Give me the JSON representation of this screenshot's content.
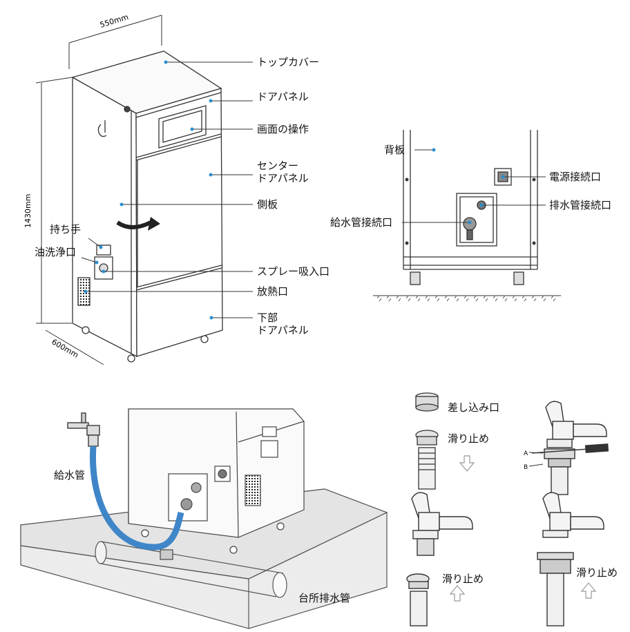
{
  "dimensions": {
    "width": "550mm",
    "height": "1430mm",
    "depth": "600mm"
  },
  "front_labels": {
    "top_cover": "トップカバー",
    "door_panel": "ドアパネル",
    "screen_operation": "画面の操作",
    "center_door_panel_line1": "センター",
    "center_door_panel_line2": "ドアパネル",
    "side_panel": "側板",
    "handle": "持ち手",
    "oil_wash_port": "油洗浄口",
    "spray_inlet": "スプレー吸入口",
    "heat_vent": "放熱口",
    "lower_door_panel_line1": "下部",
    "lower_door_panel_line2": "ドアパネル"
  },
  "back_labels": {
    "back_panel": "背板",
    "power_port": "電源接続口",
    "drain_port": "排水管接続口",
    "water_supply_port": "給水管接続口"
  },
  "install_labels": {
    "water_supply_pipe": "給水管",
    "kitchen_drain_pipe": "台所排水管"
  },
  "faucet_labels": {
    "insert_port": "差し込み口",
    "anti_slip_1": "滑り止め",
    "anti_slip_2": "滑り止め",
    "anti_slip_3": "滑り止め",
    "marker_a": "A",
    "marker_b": "B"
  },
  "colors": {
    "line": "#333333",
    "leader_dot": "#2a8fd0",
    "hose": "#3f86c8",
    "panel_fill": "#f4f4f4",
    "floor_fill": "#e6e6e6"
  }
}
